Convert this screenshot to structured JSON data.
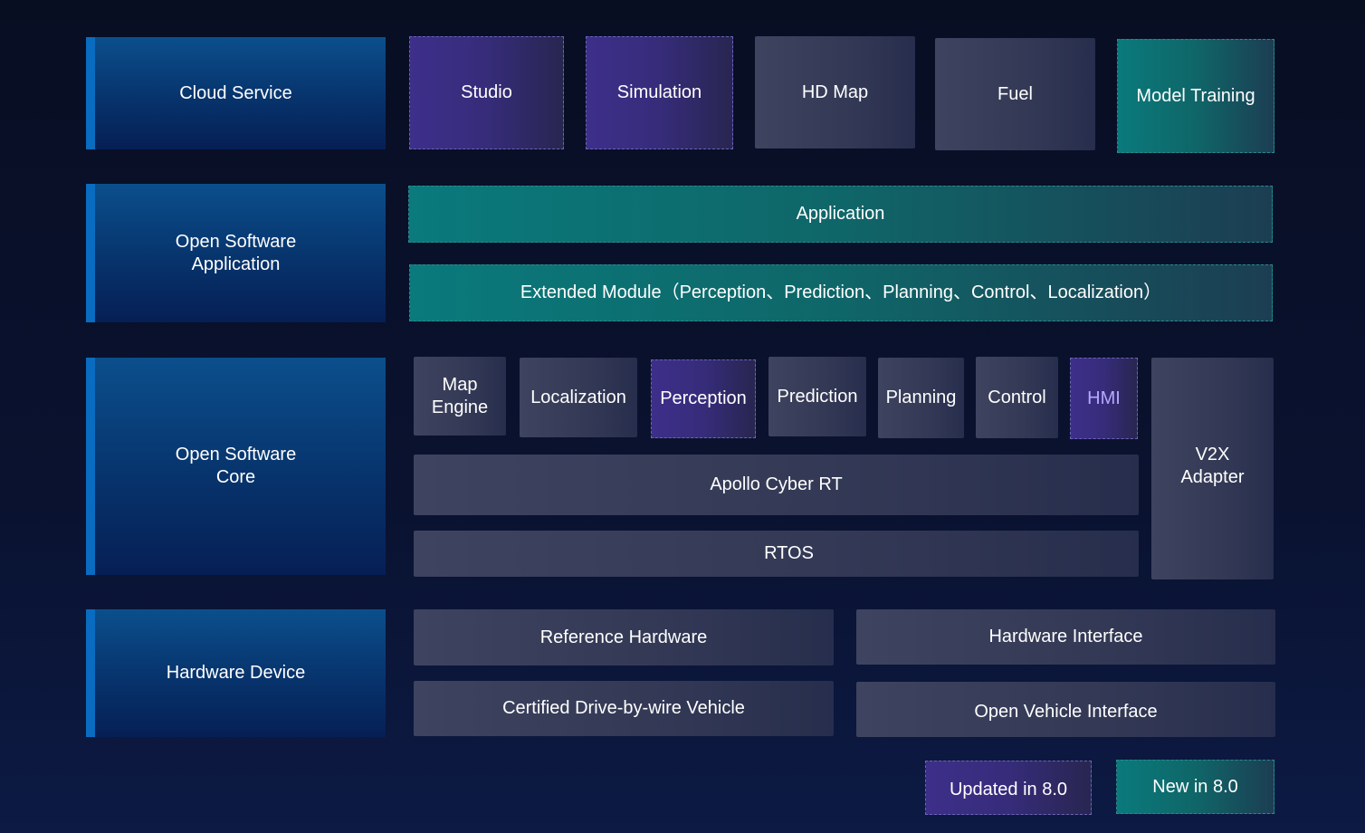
{
  "layers": {
    "cloud_service": "Cloud Service",
    "open_software_application": "Open Software\nApplication",
    "open_software_core": "Open Software\nCore",
    "hardware_device": "Hardware Device"
  },
  "cloud": {
    "studio": "Studio",
    "simulation": "Simulation",
    "hd_map": "HD Map",
    "fuel": "Fuel",
    "model_training": "Model Training"
  },
  "application": {
    "application": "Application",
    "extended_module": "Extended Module（Perception、Prediction、Planning、Control、Localization）"
  },
  "core": {
    "map_engine": "Map\nEngine",
    "localization": "Localization",
    "perception": "Perception",
    "prediction": "Prediction",
    "planning": "Planning",
    "control": "Control",
    "hmi": "HMI",
    "v2x_adapter": "V2X\nAdapter",
    "apollo_cyber_rt": "Apollo Cyber RT",
    "rtos": "RTOS"
  },
  "hardware": {
    "reference_hardware": "Reference Hardware",
    "hardware_interface": "Hardware Interface",
    "certified_vehicle": "Certified Drive-by-wire Vehicle",
    "open_vehicle_interface": "Open Vehicle Interface"
  },
  "legend": {
    "updated": "Updated in 8.0",
    "new": "New in 8.0"
  },
  "colors": {
    "layer_blue": "#0b4f8c",
    "module_gray": "#3e4460",
    "updated_purple": "#3d2f8a",
    "new_teal": "#0a7a7c",
    "hmi_text": "#b3a9ff"
  }
}
